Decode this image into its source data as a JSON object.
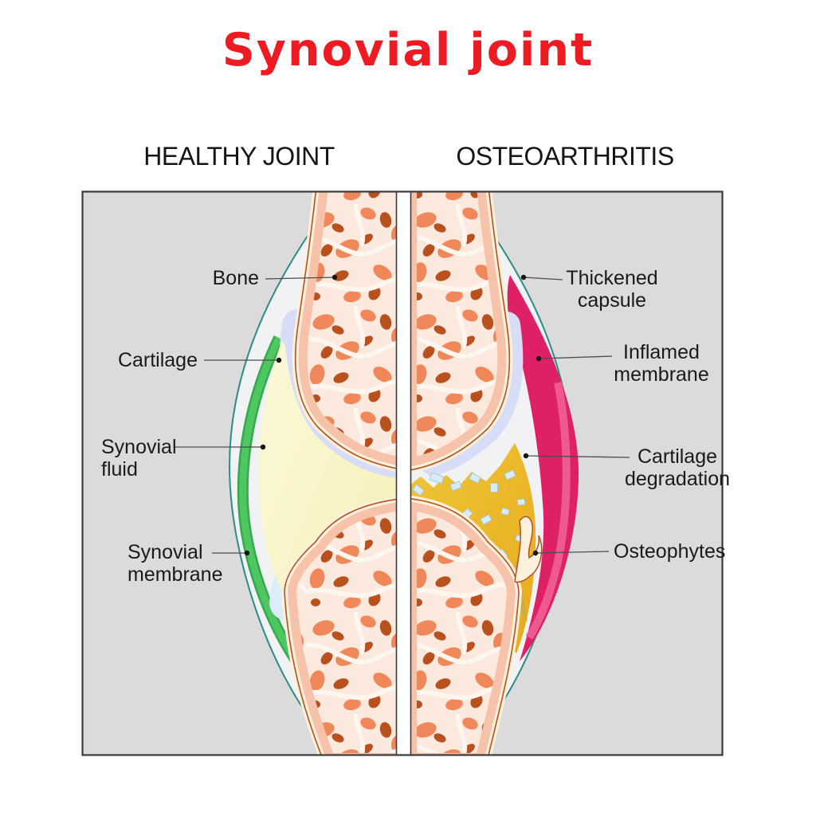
{
  "title": "Synovial joint",
  "panels": {
    "left": {
      "header": "HEALTHY JOINT"
    },
    "right": {
      "header": "OSTEOARTHRITIS"
    }
  },
  "labels": {
    "healthy": [
      {
        "name": "bone",
        "lines": [
          "Bone"
        ]
      },
      {
        "name": "cartilage",
        "lines": [
          "Cartilage"
        ]
      },
      {
        "name": "synovial-fluid",
        "lines": [
          "Synovial",
          "fluid"
        ]
      },
      {
        "name": "synovial-membrane",
        "lines": [
          "Synovial",
          "membrane"
        ]
      }
    ],
    "osteoarthritis": [
      {
        "name": "thickened-capsule",
        "lines": [
          "Thickened",
          "capsule"
        ]
      },
      {
        "name": "inflamed-membrane",
        "lines": [
          "Inflamed",
          "membrane"
        ]
      },
      {
        "name": "cartilage-degradation",
        "lines": [
          "Cartilage",
          "degradation"
        ]
      },
      {
        "name": "osteophytes",
        "lines": [
          "Osteophytes"
        ]
      }
    ]
  },
  "colors": {
    "title_red": "#ee1b22",
    "label_dark": "#1a1a1a",
    "panel_gray": "#dbdbdb",
    "frame_border": "#3a3a3a",
    "capsule_white": "#f0f2f4",
    "capsule_teal": "#2c8c86",
    "membrane_green": "#4ec761",
    "membrane_green_dark": "#35a94d",
    "fluid_yellow": "#f6efb4",
    "fluid_yellow_light": "#fbf8d8",
    "cartilage_lavender": "#d7dcf7",
    "cartilage_blue": "#dcecf9",
    "bone_cortical": "#f6c3aa",
    "bone_cream": "#fdf0dc",
    "bone_outline": "#b5521f",
    "spongy_bg": "#fce9de",
    "spongy_mid": "#f0875a",
    "spongy_dark": "#b9511f",
    "inflamed_pink": "#de2066",
    "inflamed_light": "#ef5f95",
    "oa_fluid_amber": "#e8ab1c",
    "oa_fluid_amber_light": "#eec63a",
    "fragment_blue": "#d9ebf8",
    "olive_debris": "#c2ae45"
  }
}
